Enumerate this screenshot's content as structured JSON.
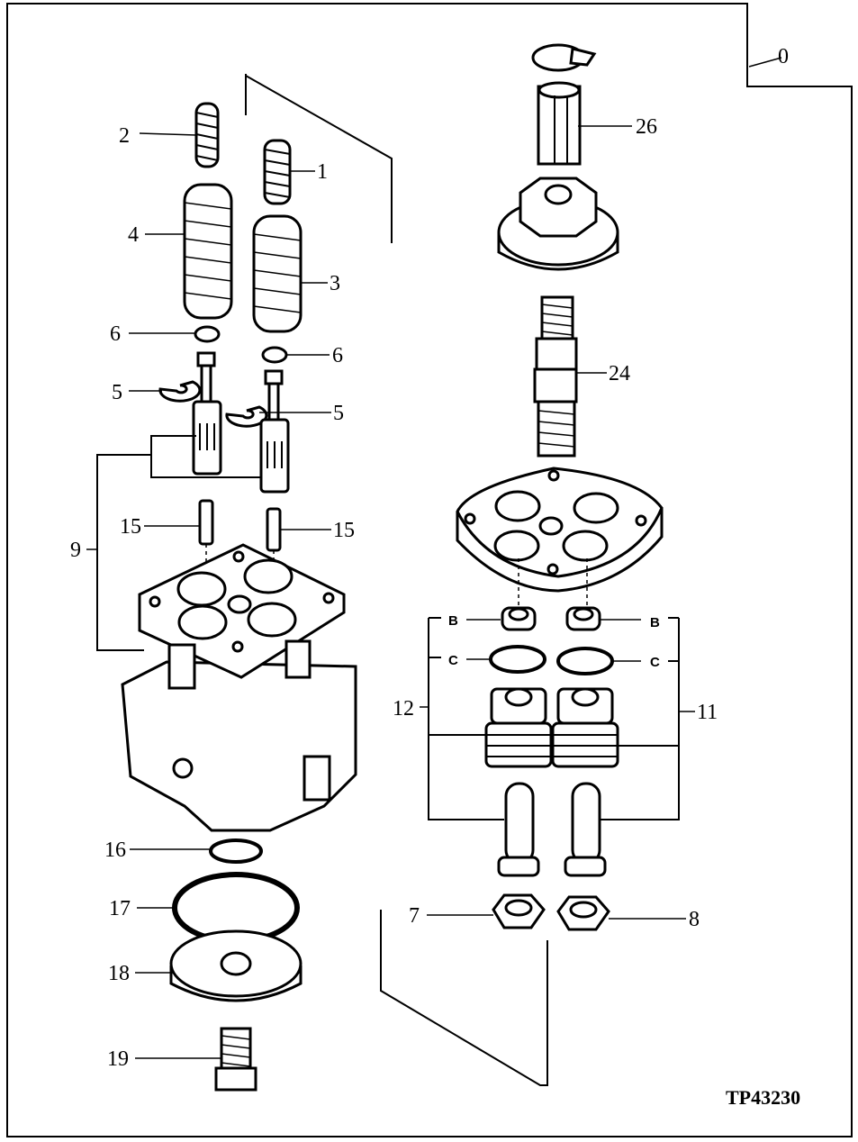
{
  "figure_code": "TP43230",
  "callouts": {
    "c0": "0",
    "c1": "1",
    "c2": "2",
    "c3": "3",
    "c4": "4",
    "c5a": "5",
    "c5b": "5",
    "c6a": "6",
    "c6b": "6",
    "c7": "7",
    "c8": "8",
    "c9": "9",
    "c11": "11",
    "c12": "12",
    "c15a": "15",
    "c15b": "15",
    "c16": "16",
    "c17": "17",
    "c18": "18",
    "c19": "19",
    "c24": "24",
    "c26": "26",
    "b_left": "B",
    "b_right": "B",
    "c_left": "C",
    "c_right": "C"
  }
}
